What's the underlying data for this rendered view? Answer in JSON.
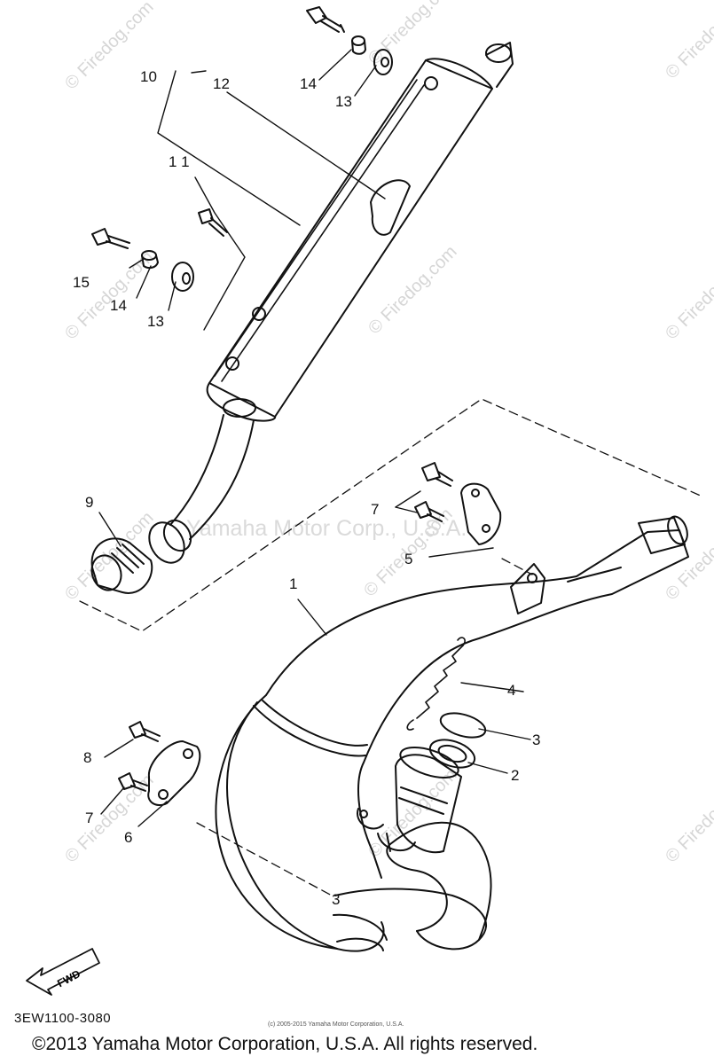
{
  "diagram": {
    "callouts": {
      "c1": "1",
      "c2": "2",
      "c3": "3",
      "c4": "4",
      "c5": "5",
      "c6": "6",
      "c7a": "7",
      "c7b": "7",
      "c8": "8",
      "c9": "9",
      "c10": "10",
      "c11": "1 1",
      "c12": "12",
      "c13a": "13",
      "c13b": "13",
      "c14a": "14",
      "c14b": "14",
      "c15": "15",
      "c3inline": "3"
    },
    "fwd_label": "FWD"
  },
  "watermarks": {
    "firedog": "© Firedog.com",
    "center": "Yamaha Motor Corp., U.S.A."
  },
  "part_code": "3EW1100-3080",
  "small_note": "(c) 2005-2015 Yamaha Motor Corporation, U.S.A.",
  "footer": "©2013 Yamaha Motor Corporation, U.S.A. All rights reserved."
}
